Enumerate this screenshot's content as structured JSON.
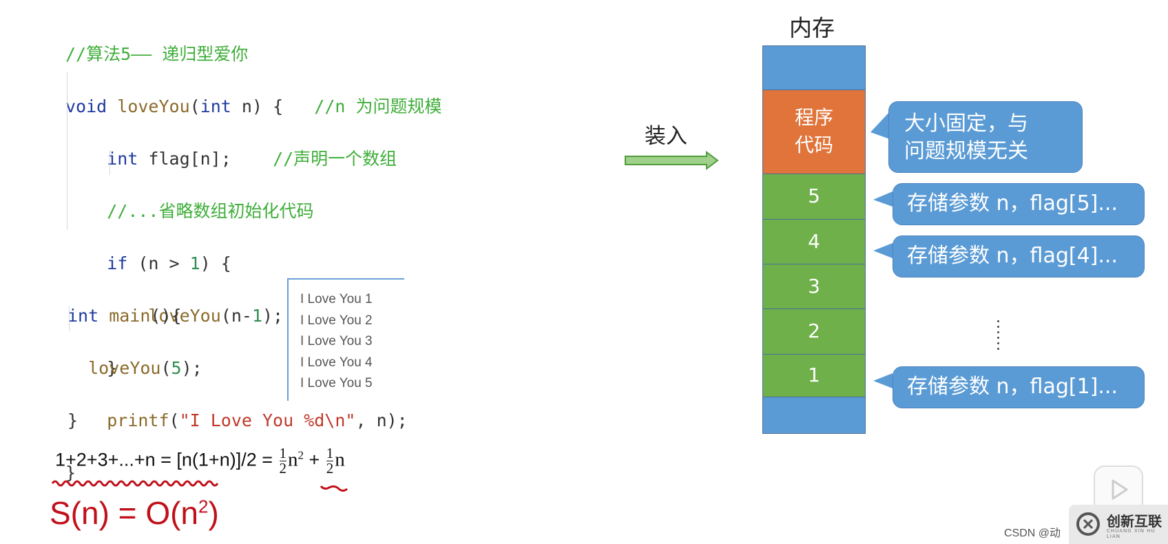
{
  "code": {
    "comment_title": "//算法5—— 递归型爱你",
    "line1_kw": "void",
    "line1_fn": "loveYou",
    "line1_open": "(",
    "line1_int": "int",
    "line1_rest": " n) {",
    "line1_comment": "//n 为问题规模",
    "line2_kw": "int",
    "line2_rest": " flag[n];",
    "line2_comment": "//声明一个数组",
    "line3_comment": "//...省略数组初始化代码",
    "line4_kw": "if",
    "line4_a": " (n > ",
    "line4_num": "1",
    "line4_b": ") {",
    "line5_fn": "loveYou",
    "line5_rest": "(n-",
    "line5_num": "1",
    "line5_end": ");",
    "line6": "}",
    "line7_fn": "printf",
    "line7_open": "(",
    "line7_str": "\"I Love You %d\\n\"",
    "line7_rest": ", n);",
    "line8": "}",
    "main_kw": "int",
    "main_fn": " main",
    "main_rest": "(){",
    "main_call_fn": "loveYou",
    "main_call_open": "(",
    "main_call_num": "5",
    "main_call_end": ");",
    "main_close": "}"
  },
  "output": [
    "I Love You 1",
    "I Love You 2",
    "I Love You 3",
    "I Love You 4",
    "I Love You 5"
  ],
  "formula": {
    "sum": "1+2+3+...+n = [n(1+n)]/2 = ",
    "frac_num": "1",
    "frac_den": "2",
    "n_sq": "n",
    "sq": "2",
    "plus": " + ",
    "n": "n",
    "space_complexity": "S(n) = O(n",
    "sc_exp": "2",
    "sc_close": ")"
  },
  "diagram": {
    "load_label": "装入",
    "memory_title": "内存",
    "code_cell": [
      "程序",
      "代码"
    ],
    "stack_cells": [
      "5",
      "4",
      "3",
      "2",
      "1"
    ],
    "callout_fixed": [
      "大小固定，与",
      "问题规模无关"
    ],
    "callout_5": "存储参数 n，flag[5]...",
    "callout_4": "存储参数 n，flag[4]...",
    "callout_1": "存储参数 n，flag[1]..."
  },
  "watermark": {
    "csdn": "CSDN @动",
    "brand": "创新互联",
    "brand_sub": "CHUANG XIN HU LIAN"
  },
  "colors": {
    "memory_blue": "#5b9bd5",
    "code_orange": "#e0743a",
    "stack_green": "#6fb04a",
    "comment_green": "#3fae3a",
    "red_annotation": "#c0101a"
  }
}
